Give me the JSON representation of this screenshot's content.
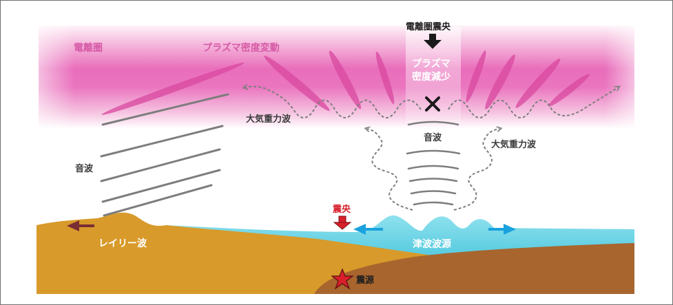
{
  "labels": {
    "ionosphere": "電離圏",
    "plasma_variation": "プラズマ密度変動",
    "ionospheric_epicenter": "電離圏震央",
    "plasma_decrease_line1": "プラズマ",
    "plasma_decrease_line2": "密度減少",
    "gravity_wave_left": "大気重力波",
    "gravity_wave_right": "大気重力波",
    "sound_wave_center": "音波",
    "sound_wave_left": "音波",
    "epicenter": "震央",
    "rayleigh_wave": "レイリー波",
    "tsunami_source": "津波波源",
    "hypocenter": "震源"
  },
  "colors": {
    "ionosphere": "#e04fa8",
    "land": "#d89a2a",
    "crust": "#a8652e",
    "sea": "#5ccde0",
    "arrow_blue": "#1aa2de",
    "arrow_brown": "#7a2e34",
    "epicenter_red": "#d8202b",
    "wave_gray": "#7d7d7d"
  },
  "icons": {
    "ionospheric_epicenter_marker": "cross-mark-icon",
    "hypocenter_marker": "star-icon",
    "arrow_down": "arrow-down-icon"
  }
}
